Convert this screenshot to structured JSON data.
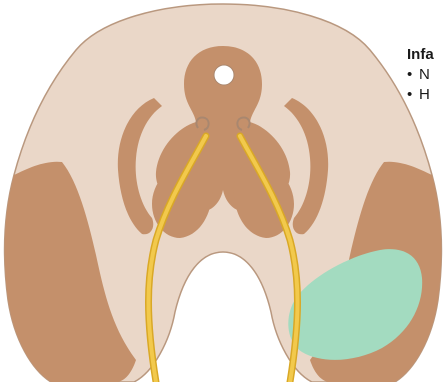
{
  "caption": {
    "title": "Infa",
    "items": [
      {
        "bullet": "•",
        "text": "N"
      },
      {
        "bullet": "•",
        "text": "H"
      }
    ]
  },
  "colors": {
    "background": "#ffffff",
    "tissue_light": "#ead7c8",
    "tissue_dark": "#c4906b",
    "tract": "#f2c94c",
    "tract_outline": "#d9a826",
    "lesion": "#a3dbc0",
    "canal": "#ffffff",
    "outline": "#a9876f"
  },
  "icons": {
    "diagram": "brainstem-cross-section",
    "lesion": "infarct-region"
  }
}
